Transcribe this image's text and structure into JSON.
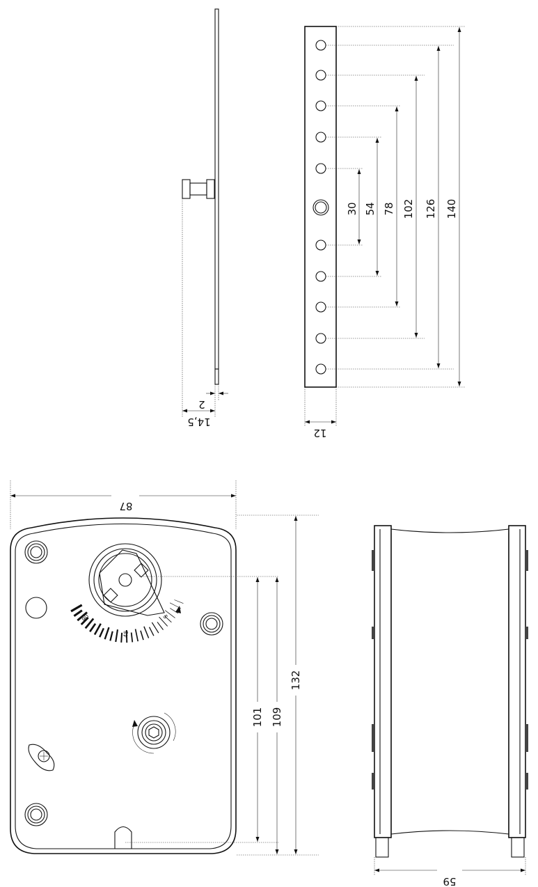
{
  "colors": {
    "line": "#111111",
    "background": "#ffffff",
    "shade": "#444444"
  },
  "dimensions": {
    "shaft_length": "14,5",
    "shaft_thickness": "2",
    "bracket_width": "12",
    "holes": [
      "30",
      "54",
      "78",
      "102",
      "126",
      "140"
    ],
    "body_width": "87",
    "body_h_101": "101",
    "body_h_109": "109",
    "body_h_132": "132",
    "depth": "59"
  },
  "scale": {
    "max": "90",
    "mid": "45",
    "min": "5"
  }
}
